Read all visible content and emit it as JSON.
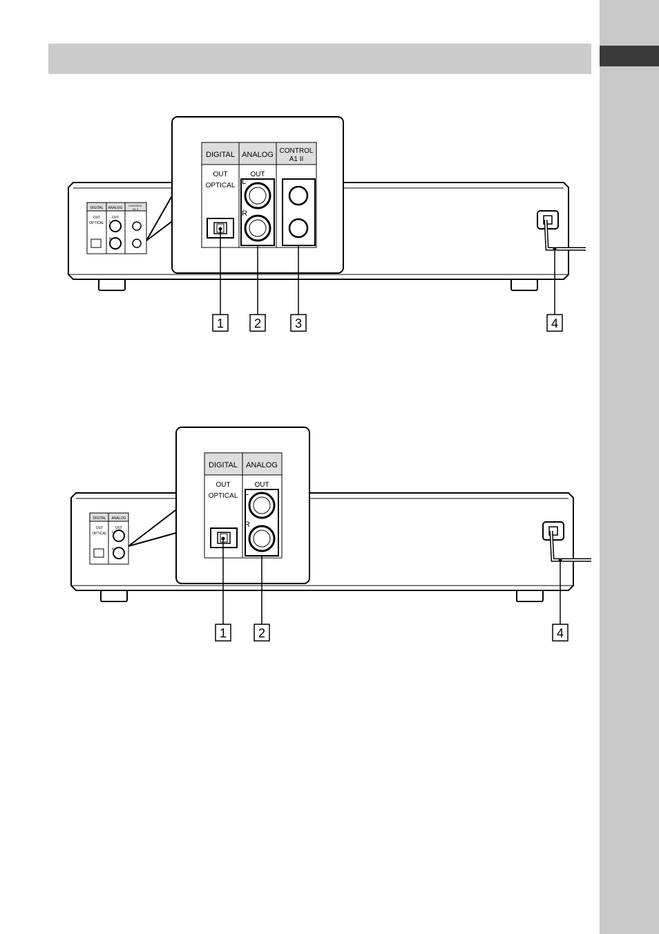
{
  "colors": {
    "side_tab": "#c8c8c8",
    "side_tab_mark": "#3a3a3a",
    "header_bar": "#cccccc",
    "panel_label_fill": "#dddddd"
  },
  "diagram_top": {
    "panel_labels": {
      "digital": "DIGITAL",
      "analog": "ANALOG",
      "control_line1": "CONTROL",
      "control_line2": "A1 II"
    },
    "digital_sublabels": {
      "out": "OUT",
      "optical": "OPTICAL"
    },
    "analog_sublabels": {
      "out": "OUT",
      "left": "L",
      "right": "R"
    },
    "callouts": [
      "1",
      "2",
      "3",
      "4"
    ]
  },
  "diagram_bottom": {
    "panel_labels": {
      "digital": "DIGITAL",
      "analog": "ANALOG"
    },
    "digital_sublabels": {
      "out": "OUT",
      "optical": "OPTICAL"
    },
    "analog_sublabels": {
      "out": "OUT",
      "left": "L",
      "right": "R"
    },
    "callouts": [
      "1",
      "2",
      "4"
    ]
  }
}
